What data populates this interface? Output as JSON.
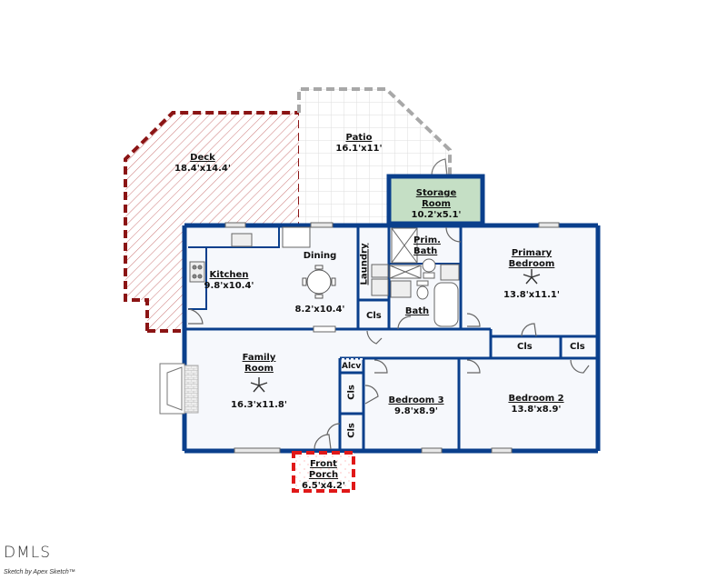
{
  "plan": {
    "rooms": [
      {
        "id": "deck",
        "name": "Deck",
        "dims": "18.4'x14.4'"
      },
      {
        "id": "patio",
        "name": "Patio",
        "dims": "16.1'x11'"
      },
      {
        "id": "storage",
        "name": "Storage Room",
        "name_line1": "Storage",
        "name_line2": "Room",
        "dims": "10.2'x5.1'"
      },
      {
        "id": "kitchen",
        "name": "Kitchen",
        "dims": "9.8'x10.4'"
      },
      {
        "id": "dining",
        "name": "Dining",
        "dims": "8.2'x10.4'"
      },
      {
        "id": "laundry",
        "name": "Laundry"
      },
      {
        "id": "prim_bath",
        "name": "Prim. Bath",
        "name_line1": "Prim.",
        "name_line2": "Bath"
      },
      {
        "id": "bath",
        "name": "Bath"
      },
      {
        "id": "primary_bedroom",
        "name": "Primary Bedroom",
        "name_line1": "Primary",
        "name_line2": "Bedroom",
        "dims": "13.8'x11.1'"
      },
      {
        "id": "family_room",
        "name": "Family Room",
        "name_line1": "Family",
        "name_line2": "Room",
        "dims": "16.3'x11.8'"
      },
      {
        "id": "bedroom3",
        "name": "Bedroom 3",
        "dims": "9.8'x8.9'"
      },
      {
        "id": "bedroom2",
        "name": "Bedroom 2",
        "dims": "13.8'x8.9'"
      },
      {
        "id": "front_porch",
        "name": "Front Porch",
        "name_line1": "Front",
        "name_line2": "Porch",
        "dims": "6.5'x4.2'"
      }
    ],
    "closets": {
      "cls": "Cls",
      "alcove": "Alcv"
    }
  },
  "branding": {
    "logo": "DMLS",
    "credit": "Sketch by Apex Sketch™"
  },
  "colors": {
    "wall": "#0a3f8c",
    "deck": "#8b1414",
    "patio": "#a8a8a8",
    "storage_fill": "#c5dfc5",
    "porch": "#e01818",
    "floor": "#f6f8fc"
  }
}
